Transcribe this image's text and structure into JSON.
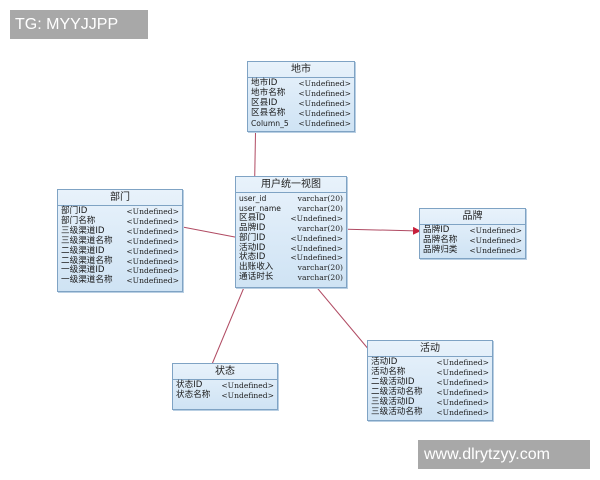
{
  "watermarks": {
    "top_left": "TG: MYYJJPP",
    "bottom_right": "www.dlrytzyy.com"
  },
  "colors": {
    "entity_border": "#7fa3c4",
    "entity_fill": "#d9eaf7",
    "link_line": "#c0415a",
    "watermark_bg": "#a8a8a8"
  },
  "entities": {
    "city": {
      "title": "地市",
      "rows": [
        {
          "name": "地市ID",
          "type": "<Undefined>"
        },
        {
          "name": "地市名称",
          "type": "<Undefined>"
        },
        {
          "name": "区县ID",
          "type": "<Undefined>"
        },
        {
          "name": "区县名称",
          "type": "<Undefined>"
        },
        {
          "name": "Column_5",
          "type": "<Undefined>"
        }
      ]
    },
    "user_view": {
      "title": "用户统一视图",
      "rows": [
        {
          "name": "user_id",
          "type": "varchar(20)"
        },
        {
          "name": "user_name",
          "type": "varchar(20)"
        },
        {
          "name": "区县ID",
          "type": "<Undefined>"
        },
        {
          "name": "品牌ID",
          "type": "varchar(20)"
        },
        {
          "name": "部门ID",
          "type": "<Undefined>"
        },
        {
          "name": "活动ID",
          "type": "<Undefined>"
        },
        {
          "name": "状态ID",
          "type": "<Undefined>"
        },
        {
          "name": "出账收入",
          "type": "varchar(20)"
        },
        {
          "name": "通话时长",
          "type": "varchar(20)"
        }
      ]
    },
    "department": {
      "title": "部门",
      "rows": [
        {
          "name": "部门ID",
          "type": "<Undefined>"
        },
        {
          "name": "部门名称",
          "type": "<Undefined>"
        },
        {
          "name": "三级渠道ID",
          "type": "<Undefined>"
        },
        {
          "name": "三级渠道名称",
          "type": "<Undefined>"
        },
        {
          "name": "二级渠道ID",
          "type": "<Undefined>"
        },
        {
          "name": "二级渠道名称",
          "type": "<Undefined>"
        },
        {
          "name": "一级渠道ID",
          "type": "<Undefined>"
        },
        {
          "name": "一级渠道名称",
          "type": "<Undefined>"
        }
      ]
    },
    "brand": {
      "title": "品牌",
      "rows": [
        {
          "name": "品牌ID",
          "type": "<Undefined>"
        },
        {
          "name": "品牌名称",
          "type": "<Undefined>"
        },
        {
          "name": "品牌归类",
          "type": "<Undefined>"
        }
      ]
    },
    "activity": {
      "title": "活动",
      "rows": [
        {
          "name": "活动ID",
          "type": "<Undefined>"
        },
        {
          "name": "活动名称",
          "type": "<Undefined>"
        },
        {
          "name": "二级活动ID",
          "type": "<Undefined>"
        },
        {
          "name": "二级活动名称",
          "type": "<Undefined>"
        },
        {
          "name": "三级活动ID",
          "type": "<Undefined>"
        },
        {
          "name": "三级活动名称",
          "type": "<Undefined>"
        }
      ]
    },
    "status": {
      "title": "状态",
      "rows": [
        {
          "name": "状态ID",
          "type": "<Undefined>"
        },
        {
          "name": "状态名称",
          "type": "<Undefined>"
        }
      ]
    }
  },
  "relationships": [
    {
      "from": "用户统一视图.区县ID",
      "to": "地市.区县ID"
    },
    {
      "from": "用户统一视图.部门ID",
      "to": "部门.部门ID"
    },
    {
      "from": "用户统一视图.品牌ID",
      "to": "品牌.品牌ID"
    },
    {
      "from": "用户统一视图.活动ID",
      "to": "活动.活动ID"
    },
    {
      "from": "用户统一视图.状态ID",
      "to": "状态.状态ID"
    }
  ]
}
